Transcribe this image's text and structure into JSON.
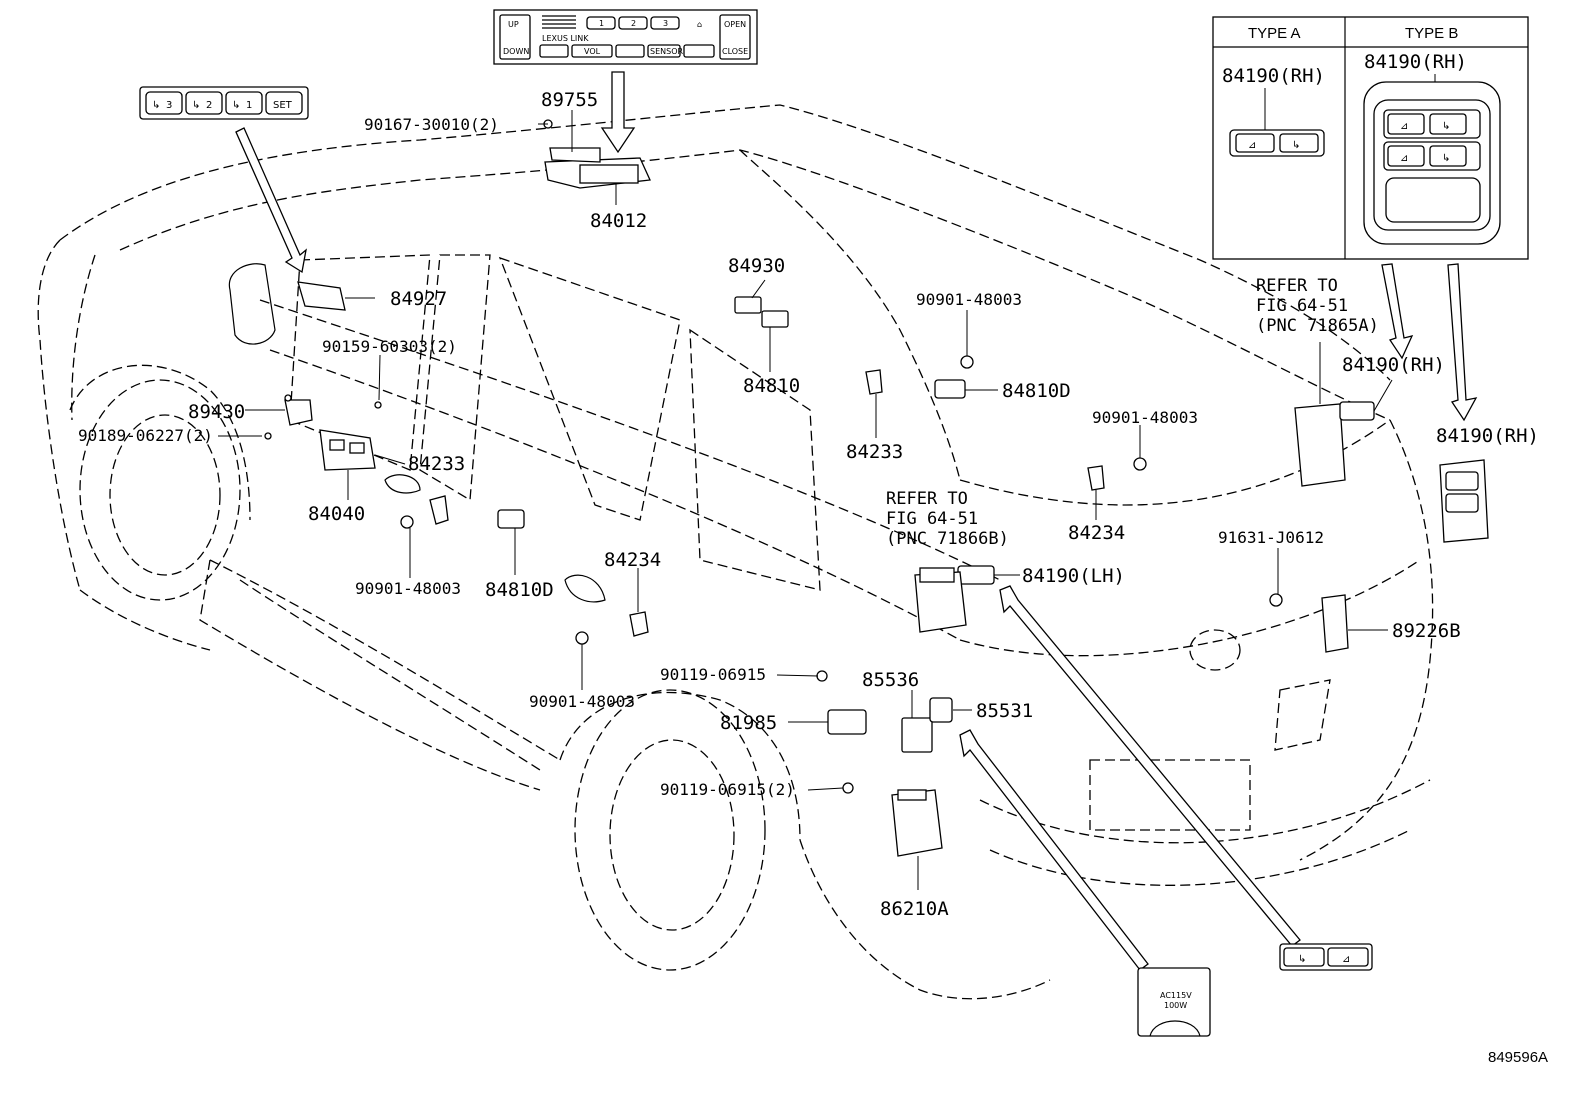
{
  "header": {
    "type_a": "TYPE A",
    "type_b": "TYPE B",
    "type_a_part": "84190(RH)",
    "type_b_part": "84190(RH)"
  },
  "switch_panels": {
    "memory": [
      "3",
      "2",
      "1",
      "SET"
    ],
    "overhead": {
      "up": "UP",
      "down": "DOWN",
      "open": "OPEN",
      "close": "CLOSE",
      "presets": [
        "1",
        "2",
        "3"
      ],
      "brand": "LEXUS LINK",
      "vol": "VOL",
      "sensor": "SENSOR"
    },
    "outlet": [
      "AC115V",
      "100W"
    ]
  },
  "labels": {
    "p89755": "89755",
    "p90167": "90167-30010(2)",
    "p84012": "84012",
    "p84927": "84927",
    "p84930": "84930",
    "p84810": "84810",
    "p90159": "90159-60303(2)",
    "p89430": "89430",
    "p90189": "90189-06227(2)",
    "p84233_a": "84233",
    "p84040": "84040",
    "p90901_a": "90901-48003",
    "p84810D_a": "84810D",
    "p84234_a": "84234",
    "p90901_b": "90901-48003",
    "p90119_a": "90119-06915",
    "p85536": "85536",
    "p81985": "81985",
    "p90119_b": "90119-06915(2)",
    "p86210A": "86210A",
    "p85531": "85531",
    "p84190LH": "84190(LH)",
    "p90901_c": "90901-48003",
    "p84810D_b": "84810D",
    "p84233_b": "84233",
    "p90901_d": "90901-48003",
    "p84234_b": "84234",
    "p84190RH_a": "84190(RH)",
    "p84190RH_b": "84190(RH)",
    "p91631": "91631-J0612",
    "p89226B": "89226B"
  },
  "notes": {
    "refer_b": [
      "REFER TO",
      "FIG 64-51",
      "(PNC 71866B)"
    ],
    "refer_a": [
      "REFER TO",
      "FIG 64-51",
      "(PNC 71865A)"
    ]
  },
  "footer": {
    "drawing_id": "849596A"
  }
}
